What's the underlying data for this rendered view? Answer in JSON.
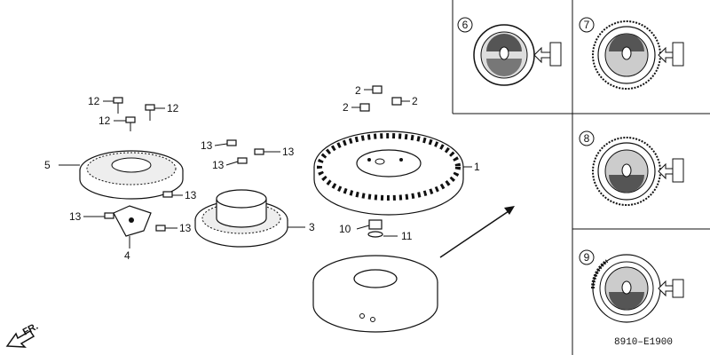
{
  "diagram": {
    "parts": [
      {
        "id": "1",
        "label": "1"
      },
      {
        "id": "2",
        "label": "2"
      },
      {
        "id": "3",
        "label": "3"
      },
      {
        "id": "4",
        "label": "4"
      },
      {
        "id": "5",
        "label": "5"
      },
      {
        "id": "10",
        "label": "10"
      },
      {
        "id": "11",
        "label": "11"
      },
      {
        "id": "12",
        "label": "12"
      },
      {
        "id": "13",
        "label": "13"
      }
    ],
    "variants": [
      {
        "id": "6",
        "label": "6"
      },
      {
        "id": "7",
        "label": "7"
      },
      {
        "id": "8",
        "label": "8"
      },
      {
        "id": "9",
        "label": "9"
      }
    ],
    "direction_label": "FR.",
    "drawing_code": "8910–E1900"
  }
}
